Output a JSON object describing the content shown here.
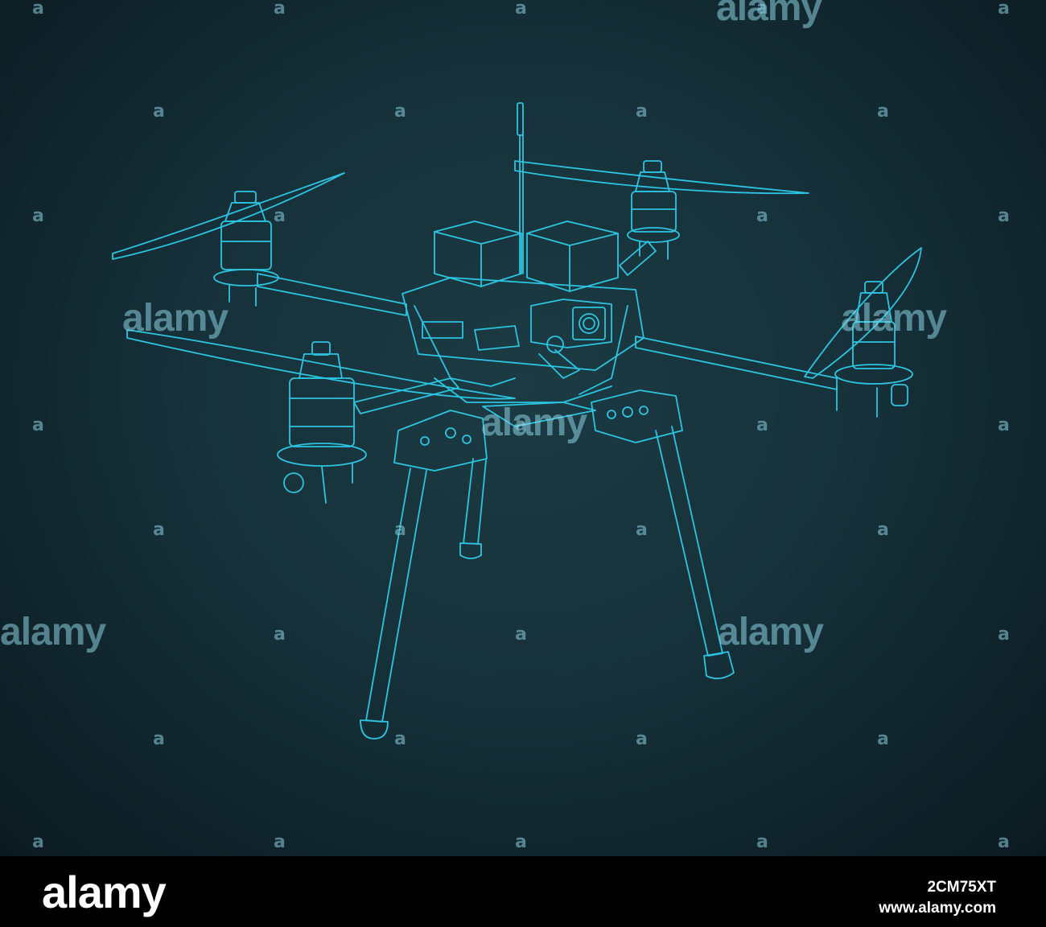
{
  "watermark": {
    "logo_text": "alamy",
    "mark_char": "a",
    "color": "#8cd2e1"
  },
  "drawing": {
    "subject": "quadcopter drone blueprint",
    "line_color": "#2cc4e0",
    "background_color": "#16313a"
  },
  "footer": {
    "logo_text": "alamy",
    "image_id": "2CM75XT",
    "site": "www.alamy.com",
    "background_color": "#000000",
    "text_color": "#ffffff"
  }
}
